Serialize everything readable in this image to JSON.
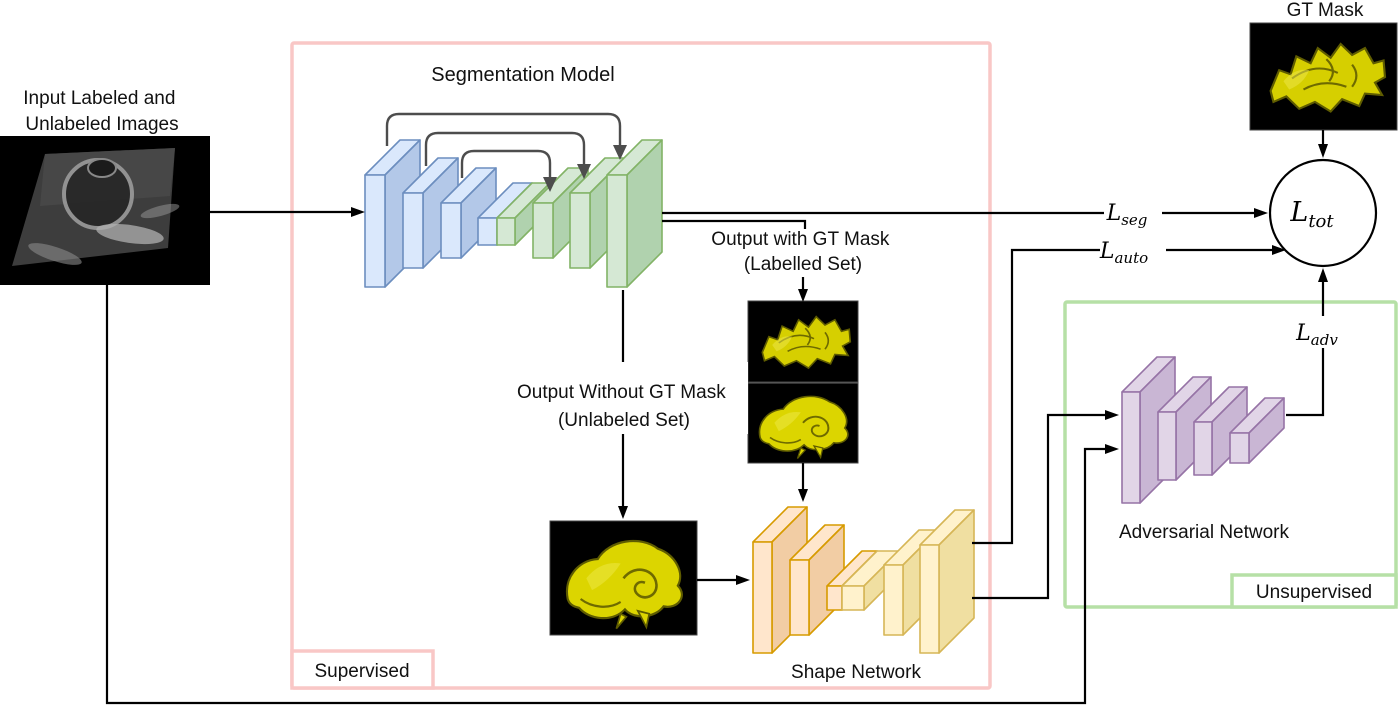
{
  "labels": {
    "input_line1": "Input Labeled and",
    "input_line2": "Unlabeled Images",
    "segmentation_model": "Segmentation Model",
    "output_with_line1": "Output with GT Mask",
    "output_with_line2": "(Labelled Set)",
    "output_without_line1": "Output Without GT Mask",
    "output_without_line2": "(Unlabeled Set)",
    "shape_network": "Shape Network",
    "adversarial_network": "Adversarial Network",
    "supervised": "Supervised",
    "unsupervised": "Unsupervised",
    "gt_mask": "GT Mask"
  },
  "losses": {
    "seg": {
      "base": "L",
      "sub": "seg"
    },
    "auto": {
      "base": "L",
      "sub": "auto"
    },
    "adv": {
      "base": "L",
      "sub": "adv"
    },
    "tot": {
      "base": "L",
      "sub": "tot"
    }
  },
  "colors": {
    "supervised_border": "#f9c7c6",
    "unsupervised_border": "#b6e0a6",
    "encoder_fill": "#dae8fc",
    "encoder_side": "#b3c8e8",
    "encoder_stroke": "#6c8ebf",
    "decoder_fill": "#d5e8d4",
    "decoder_side": "#b0d2ae",
    "decoder_stroke": "#82b366",
    "shape_in_fill": "#ffe6cc",
    "shape_in_side": "#f2cda4",
    "shape_in_stroke": "#d79b00",
    "shape_out_fill": "#fff2cc",
    "shape_out_side": "#f0dfa1",
    "shape_out_stroke": "#d6b656",
    "adv_fill": "#e1d5e7",
    "adv_side": "#c9b6d4",
    "adv_stroke": "#9673a6",
    "mask_yellow": "#d9d200",
    "arrow": "#000000",
    "skip_arrow": "#4d4d4d"
  }
}
